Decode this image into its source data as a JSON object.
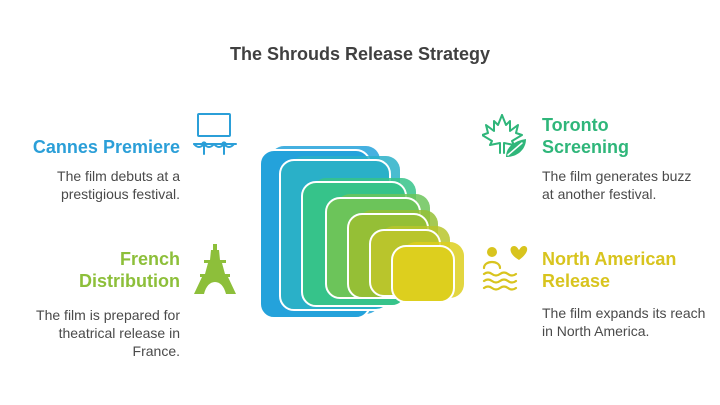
{
  "title": "The Shrouds Release Strategy",
  "items": [
    {
      "heading": "Cannes Premiere",
      "description": "The film debuts at a prestigious festival.",
      "color": "#2B9FD8",
      "icon": "cinema-screen-icon"
    },
    {
      "heading": "Toronto Screening",
      "description": "The film generates buzz at another festival.",
      "color": "#2FB67A",
      "icon": "maple-leaf-icon"
    },
    {
      "heading": "French Distribution",
      "description": "The film is prepared for theatrical release in France.",
      "color": "#8DBF3A",
      "icon": "eiffel-tower-icon"
    },
    {
      "heading": "North American Release",
      "description": "The film expands its reach in North America.",
      "color": "#D8C41E",
      "icon": "audience-heart-icon"
    }
  ],
  "layers_colors": [
    "#24A2DB",
    "#2AB0C8",
    "#36C38A",
    "#6CC45A",
    "#95BF36",
    "#B9C52C",
    "#DDCF1E"
  ]
}
